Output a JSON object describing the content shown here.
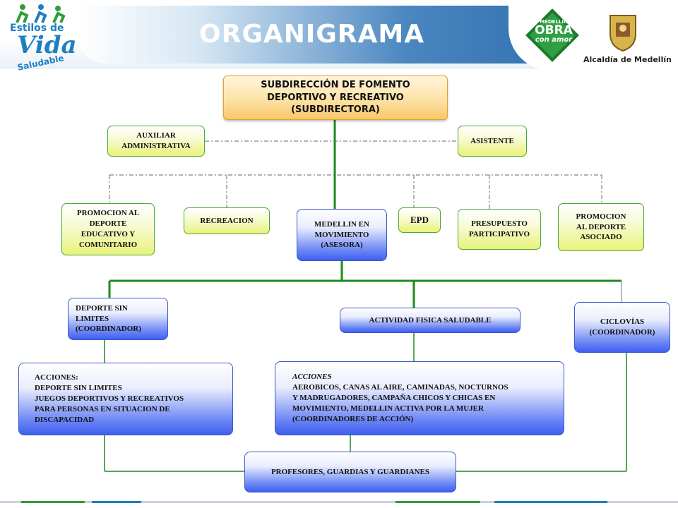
{
  "header": {
    "title": "ORGANIGRAMA",
    "logo_left": {
      "line1": "Estilos de",
      "line2": "Vida",
      "line3": "Saludable"
    },
    "logo_obra": {
      "line1": "MEDELLÍN",
      "line2": "OBRA",
      "line3": "con amor"
    },
    "alcaldia": "Alcaldía de Medellín",
    "colors": {
      "banner": "#1f5fa3",
      "node_green": "#e9f27a",
      "node_blue": "#3f5ef0",
      "top_orange": "#f8c76a",
      "lines": "#1d8a1d"
    }
  },
  "nodes": {
    "top": "SUBDIRECCIÓN DE FOMENTO\nDEPORTIVO Y RECREATIVO\n(SUBDIRECTORA)",
    "auxiliar": "AUXILIAR\nADMINISTRATIVA",
    "asistente": "ASISTENTE",
    "promocion_educativo": "PROMOCION AL\nDEPORTE\nEDUCATIVO Y\nCOMUNITARIO",
    "recreacion": "RECREACION",
    "medellin_movimiento": "MEDELLIN EN\nMOVIMIENTO\n(ASESORA)",
    "epd": "EPD",
    "presupuesto": "PRESUPUESTO\nPARTICIPATIVO",
    "promocion_asociado": "PROMOCION\nAL DEPORTE\nASOCIADO",
    "deporte_sin_limites": "DEPORTE SIN\nLIMITES\n(COORDINADOR)",
    "actividad_fisica": "ACTIVIDAD FISICA SALUDABLE",
    "ciclovias": "CICLOVÍAS\n(COORDINADOR)",
    "acciones_left": "ACCIONES:\n    DEPORTE SIN LIMITES\n    JUEGOS DEPORTIVOS  Y RECREATIVOS\n  PARA PERSONAS EN SITUACION  DE\nDISCAPACIDAD",
    "acciones_center_title": "ACCIONES",
    "acciones_center_body": "AEROBICOS, CANAS AL AIRE, CAMINADAS, NOCTURNOS\n Y MADRUGADORES, CAMPAÑA CHICOS Y CHICAS EN\nMOVIMIENTO,  MEDELLIN ACTIVA POR LA MUJER\n(COORDINADORES  DE ACCIÓN)",
    "profesores": "PROFESORES, GUARDIAS Y GUARDIANES"
  }
}
